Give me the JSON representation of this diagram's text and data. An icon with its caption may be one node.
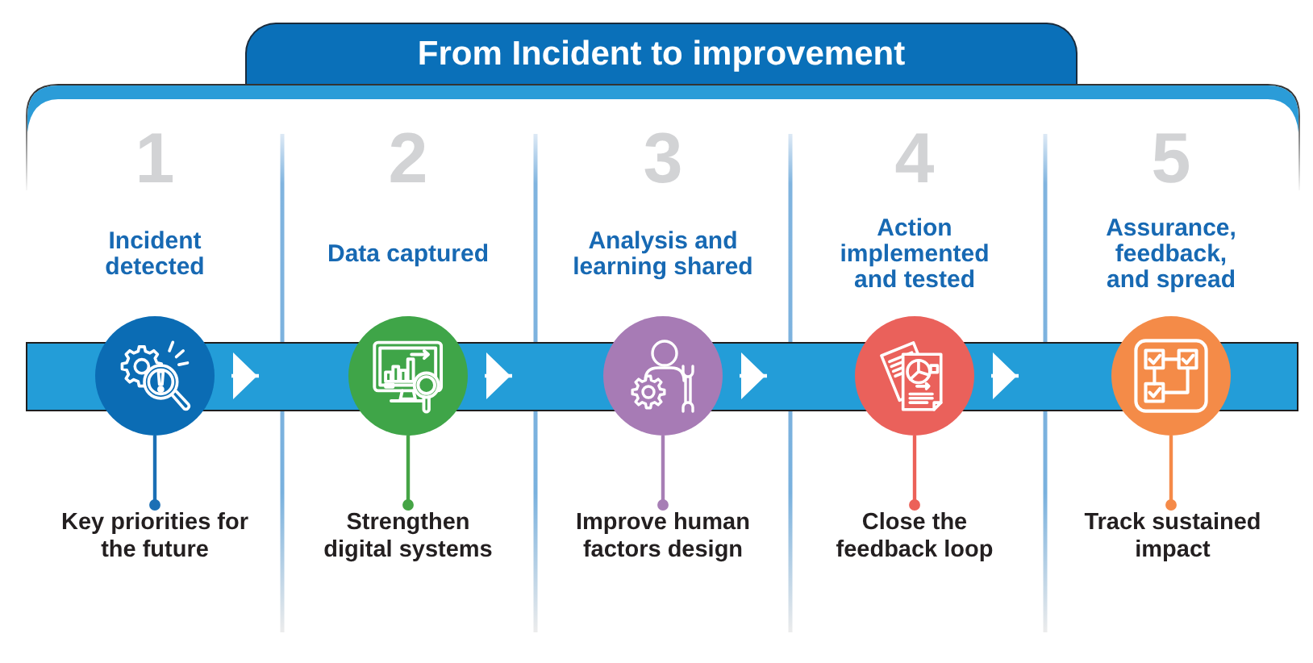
{
  "diagram": {
    "title": "From Incident to improvement",
    "nodes": [
      {
        "text": [],
        "shape": "circle",
        "beside": [
          "1",
          "Incident detected"
        ]
      },
      {
        "text": [],
        "shape": "circle",
        "beside": [
          "2",
          "Data captured"
        ]
      },
      {
        "text": [],
        "shape": "circle",
        "beside": [
          "3",
          "Analysis and learning shared"
        ]
      },
      {
        "text": [],
        "shape": "circle",
        "beside": [
          "4",
          "Action implemented and tested"
        ]
      },
      {
        "text": [],
        "shape": "circle",
        "beside": [
          "5",
          "Assurance, feedback, and spread"
        ]
      },
      {
        "text": [
          "Key priorities for the future"
        ]
      },
      {
        "text": [
          "Strengthen digital systems"
        ]
      },
      {
        "text": [
          "Improve human factors design"
        ]
      },
      {
        "text": [
          "Close the feedback loop"
        ]
      },
      {
        "text": [
          "Track sustained impact"
        ]
      }
    ],
    "edges": [
      {
        "from": 0,
        "to": 1,
        "arrow": "to",
        "color": "#ffffff"
      },
      {
        "from": 1,
        "to": 2,
        "arrow": "to",
        "color": "#ffffff"
      },
      {
        "from": 2,
        "to": 3,
        "arrow": "to",
        "color": "#ffffff"
      },
      {
        "from": 3,
        "to": 4,
        "arrow": "to",
        "color": "#ffffff"
      },
      {
        "from": 0,
        "to": 5,
        "arrow": "other",
        "color": "#1b6fb5"
      },
      {
        "from": 1,
        "to": 6,
        "arrow": "other",
        "color": "#45a445"
      },
      {
        "from": 2,
        "to": 7,
        "arrow": "other",
        "color": "#a77eb5"
      },
      {
        "from": 3,
        "to": 8,
        "arrow": "other",
        "color": "#ec6158"
      },
      {
        "from": 4,
        "to": 9,
        "arrow": "other",
        "color": "#f58a48"
      }
    ]
  }
}
